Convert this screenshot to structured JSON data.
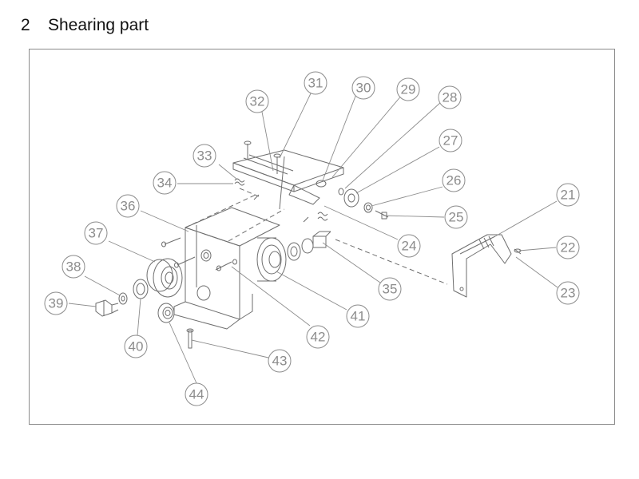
{
  "heading": {
    "number": "2",
    "title": "Shearing part"
  },
  "colors": {
    "line": "#6e6e6e",
    "callout": "#8c8c8c",
    "frame": "#8a8a8a"
  },
  "callouts": [
    "21",
    "22",
    "23",
    "24",
    "25",
    "26",
    "27",
    "28",
    "29",
    "30",
    "31",
    "32",
    "33",
    "34",
    "35",
    "36",
    "37",
    "38",
    "39",
    "40",
    "41",
    "42",
    "43",
    "44"
  ]
}
